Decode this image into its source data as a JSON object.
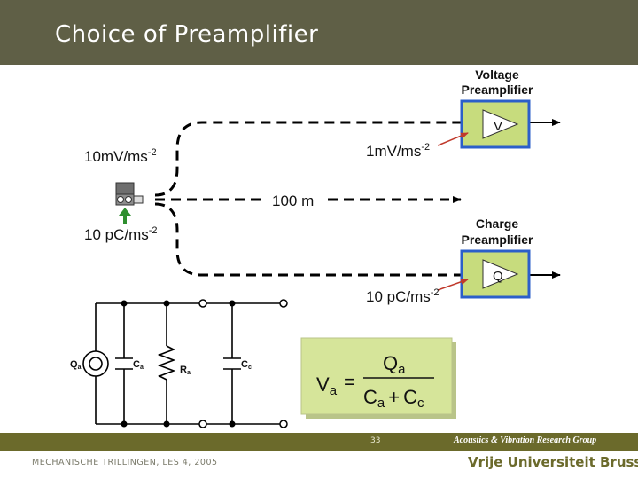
{
  "slide": {
    "title": "Choice of Preamplifier",
    "page_number": "33"
  },
  "diagram": {
    "voltage_preamp": {
      "title_line1": "Voltage",
      "title_line2": "Preamplifier",
      "symbol": "V"
    },
    "charge_preamp": {
      "title_line1": "Charge",
      "title_line2": "Preamplifier",
      "symbol": "Q"
    },
    "sensor_voltage_sens": {
      "value": "10mV/ms",
      "exp": "-2"
    },
    "sensor_charge_sens": {
      "value": "10 p",
      "tail": "C/ms",
      "exp": "-2"
    },
    "voltage_at_amp": {
      "value": "1mV/ms",
      "exp": "-2"
    },
    "charge_at_amp": {
      "value": "10 pC/ms",
      "exp": "-2"
    },
    "cable_length": "100 m",
    "circuit": {
      "source_label": "Q",
      "source_sub": "a",
      "cap_a_label": "C",
      "cap_a_sub": "a",
      "res_label": "R",
      "res_sub": "a",
      "cap_c_label": "C",
      "cap_c_sub": "c"
    },
    "formula": {
      "lhs": "V",
      "lhs_sub": "a",
      "eq": "=",
      "num": "Q",
      "num_sub": "a",
      "den_1": "C",
      "den_1_sub": "a",
      "plus": "+",
      "den_2": "C",
      "den_2_sub": "c"
    }
  },
  "footer": {
    "group": "Acoustics & Vibration Research Group",
    "course": "MECHANISCHE TRILLINGEN, LES 4, 2005",
    "university": "Vrije Universiteit Brussel"
  },
  "colors": {
    "title_bar": "#5f5f46",
    "footer_band": "#6b6a2b",
    "amp_fill": "#c7dc7d",
    "amp_border": "#2b5fc9",
    "formula_fill": "#d6e59a"
  }
}
